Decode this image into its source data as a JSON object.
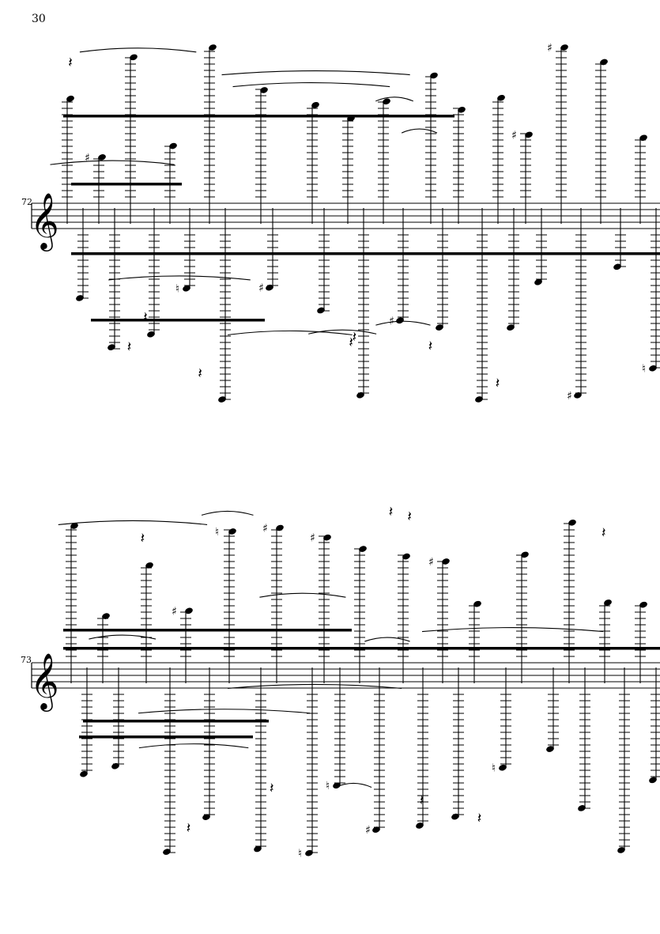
{
  "page": {
    "number": "30"
  },
  "systems": [
    {
      "measure_number": "72",
      "clef": "treble"
    },
    {
      "measure_number": "73",
      "clef": "treble"
    }
  ],
  "colors": {
    "ink": "#000000",
    "paper": "#ffffff"
  },
  "icons": [
    "treble-clef-icon",
    "sharp-icon",
    "natural-icon",
    "rest-icon",
    "tremolo-icon"
  ]
}
